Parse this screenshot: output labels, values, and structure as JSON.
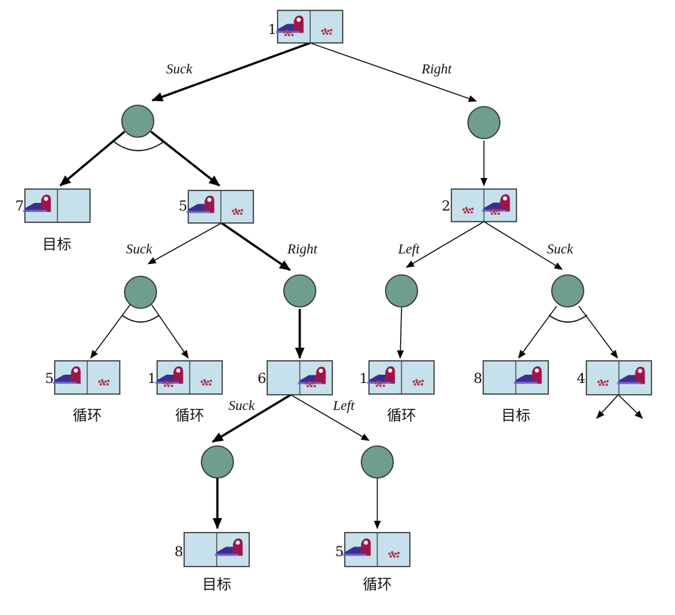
{
  "colors": {
    "state_fill": "#c6e1ec",
    "chance_fill": "#6f9e8e",
    "robot": "#a0144a",
    "dirt": "#b03a55"
  },
  "states": [
    {
      "id": "s-root",
      "num": "1",
      "left": "robot+dirt",
      "right": "dirt",
      "caption": ""
    },
    {
      "id": "s-7",
      "num": "7",
      "left": "robot",
      "right": "",
      "caption": "目标"
    },
    {
      "id": "s-5a",
      "num": "5",
      "left": "robot",
      "right": "dirt",
      "caption": ""
    },
    {
      "id": "s-2",
      "num": "2",
      "left": "dirt",
      "right": "robot+dirt",
      "caption": ""
    },
    {
      "id": "s-5b",
      "num": "5",
      "left": "robot",
      "right": "dirt",
      "caption": "循环"
    },
    {
      "id": "s-1a",
      "num": "1",
      "left": "robot+dirt",
      "right": "dirt",
      "caption": "循环"
    },
    {
      "id": "s-6",
      "num": "6",
      "left": "",
      "right": "robot+dirt",
      "caption": ""
    },
    {
      "id": "s-1b",
      "num": "1",
      "left": "robot+dirt",
      "right": "dirt",
      "caption": "循环"
    },
    {
      "id": "s-8a",
      "num": "8",
      "left": "",
      "right": "robot",
      "caption": "目标"
    },
    {
      "id": "s-4",
      "num": "4",
      "left": "dirt",
      "right": "robot",
      "caption": ""
    },
    {
      "id": "s-8b",
      "num": "8",
      "left": "",
      "right": "robot",
      "caption": "目标"
    },
    {
      "id": "s-5c",
      "num": "5",
      "left": "robot",
      "right": "dirt",
      "caption": "循环"
    }
  ],
  "edge_labels": [
    {
      "id": "lbl-root-suck",
      "text": "Suck"
    },
    {
      "id": "lbl-root-right",
      "text": "Right"
    },
    {
      "id": "lbl-5a-suck",
      "text": "Suck"
    },
    {
      "id": "lbl-5a-right",
      "text": "Right"
    },
    {
      "id": "lbl-2-left",
      "text": "Left"
    },
    {
      "id": "lbl-2-suck",
      "text": "Suck"
    },
    {
      "id": "lbl-6-suck",
      "text": "Suck"
    },
    {
      "id": "lbl-6-left",
      "text": "Left"
    }
  ]
}
